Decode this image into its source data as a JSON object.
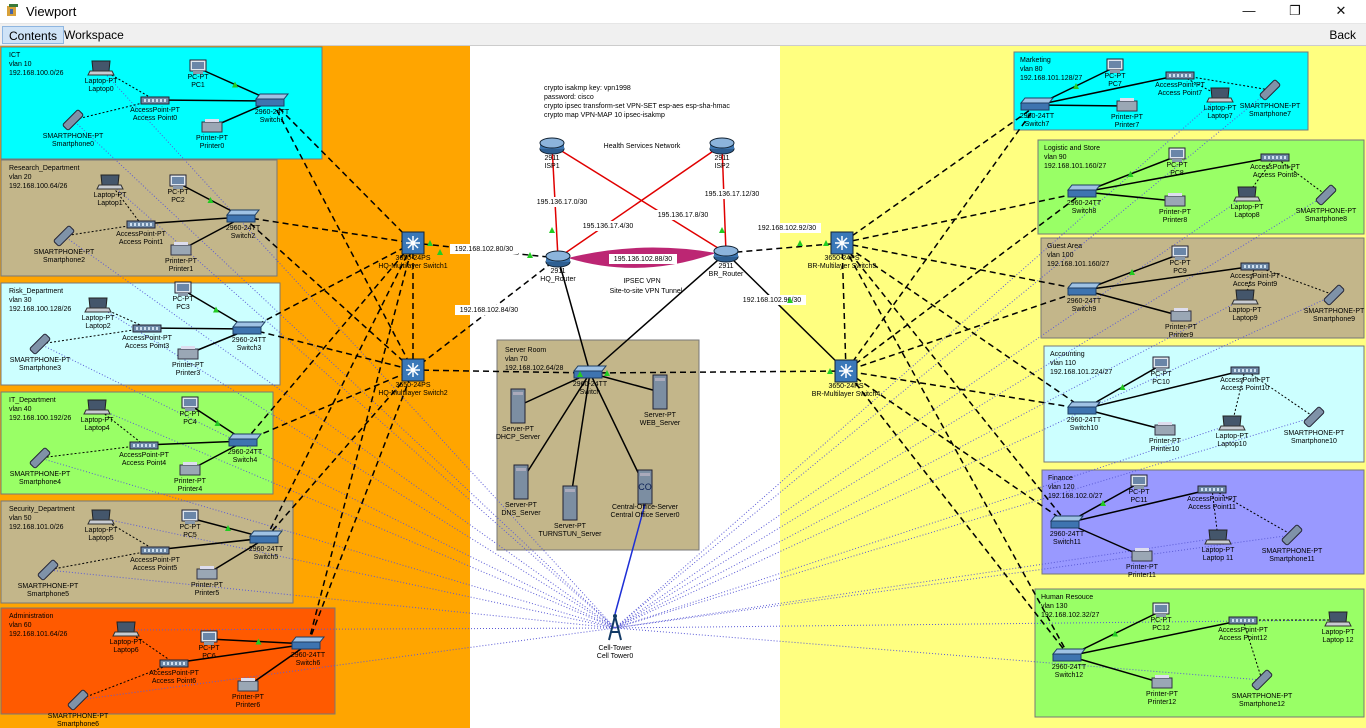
{
  "window": {
    "title": "Viewport",
    "minimize": "—",
    "maximize": "❐",
    "close": "✕"
  },
  "menu": {
    "contents": "Contents",
    "workspace": "Workspace",
    "back": "Back"
  },
  "colors": {
    "orange_zone": "#ffa500",
    "yellow_zone": "#ffff80",
    "white_zone": "#ffffff"
  },
  "departments": [
    {
      "name": "ICT",
      "vlan": "vlan 10",
      "net": "192.168.100.0/26",
      "color": "#00ffff"
    },
    {
      "name": "Research_Department",
      "vlan": "vlan 20",
      "net": "192.168.100.64/26",
      "color": "#c3b68a"
    },
    {
      "name": "Risk_Department",
      "vlan": "vlan 30",
      "net": "192.168.100.128/26",
      "color": "#ccffff"
    },
    {
      "name": "IT_Department",
      "vlan": "vlan 40",
      "net": "192.168.100.192/26",
      "color": "#99ff66"
    },
    {
      "name": "Security_Department",
      "vlan": "vlan 50",
      "net": "192.168.101.0/26",
      "color": "#c3b68a"
    },
    {
      "name": "Administration",
      "vlan": "vlan 60",
      "net": "192.168.101.64/26",
      "color": "#ff5a00"
    },
    {
      "name": "Marketing",
      "vlan": "vlan 80",
      "net": "192.168.101.128/27",
      "color": "#00ffff"
    },
    {
      "name": "Logistic and Store",
      "vlan": "vlan 90",
      "net": "192.168.101.160/27",
      "color": "#99ff66"
    },
    {
      "name": "Guest Area",
      "vlan": "vlan 100",
      "net": "192.168.101.160/27",
      "color": "#c3b68a"
    },
    {
      "name": "Accounting",
      "vlan": "vlan 110",
      "net": "192.168.101.224/27",
      "color": "#ccffff"
    },
    {
      "name": "Finance",
      "vlan": "vlan 120",
      "net": "192.168.102.0/27",
      "color": "#9999ff"
    },
    {
      "name": "Human Resouce",
      "vlan": "vlan 130",
      "net": "192.168.102.32/27",
      "color": "#99ff66"
    }
  ],
  "server_room": {
    "name": "Server Room",
    "vlan": "vlan 70",
    "net": "192.168.102.64/28"
  },
  "crypto": [
    "crypto isakmp key: vpn1998",
    "password: cisco",
    "crypto ipsec transform-set VPN-SET esp-aes esp-sha-hmac",
    "crypto map VPN-MAP 10 ipsec-isakmp"
  ],
  "wan": {
    "health": "Health Services Network",
    "isp1_model": "2911",
    "isp1": "ISP1",
    "isp2_model": "2911",
    "isp2": "ISP2",
    "hq_model": "2911",
    "hq": "HQ_Router",
    "br_model": "2911",
    "br": "BR_Router",
    "l1": "195.136.17.0/30",
    "l2": "195.136.17.4/30",
    "l3": "195.136.17.8/30",
    "l4": "195.136.17.12/30",
    "tunnel_net": "195.136.102.88/30",
    "vpn1": "IPSEC VPN",
    "vpn2": "Site-to-site VPN Tunnel",
    "hq_ms1_net": "192.168.102.80/30",
    "hq_ms2_net": "192.168.102.84/30",
    "br_ms3_net": "192.168.102.92/30",
    "br_ms4_net": "192.168.102.96/30"
  },
  "ms": {
    "hq1_model": "3650-24PS",
    "hq1": "HQ-Multilayer Switch1",
    "hq2_model": "3650-24PS",
    "hq2": "HQ-Multilayer Switch2",
    "br3_model": "3650-24PS",
    "br3": "BR-Multilayer Switch3",
    "br4_model": "3650-24PS",
    "br4": "BR-Multilayer Switch4"
  },
  "servers": {
    "dhcp_t": "Server-PT",
    "dhcp": "DHCP_Server",
    "web_t": "Server-PT",
    "web": "WEB_Server",
    "dns_t": "Server-PT",
    "dns": "DNS_Server",
    "turn_t": "Server-PT",
    "turn": "TURNSTUN_Server",
    "co_t": "Central-Office-Server",
    "co": "Central Office Server0",
    "sw_model": "2960-24TT",
    "sw": "Switch"
  },
  "tower": {
    "t": "Cell-Tower",
    "n": "Cell Tower0"
  },
  "devices": {
    "sw_model": "2960-24TT",
    "pc_t": "PC-PT",
    "lap_t": "Laptop-PT",
    "ap_t": "AccessPoint-PT",
    "pr_t": "Printer-PT",
    "sp_t": "SMARTPHONE-PT",
    "d0": {
      "sw": "Switch1",
      "pc": "PC1",
      "lap": "Laptop0",
      "ap": "Access Point0",
      "pr": "Printer0",
      "sp": "Smartphone0"
    },
    "d1": {
      "sw": "Switch2",
      "pc": "PC2",
      "lap": "Laptop1",
      "ap": "Access Point1",
      "pr": "Printer1",
      "sp": "Smartphone2"
    },
    "d2": {
      "sw": "Switch3",
      "pc": "PC3",
      "lap": "Laptop2",
      "ap": "Access Point3",
      "pr": "Printer3",
      "sp": "Smartphone3"
    },
    "d3": {
      "sw": "Switch4",
      "pc": "PC4",
      "lap": "Laptop4",
      "ap": "Access Point4",
      "pr": "Printer4",
      "sp": "Smartphone4"
    },
    "d4": {
      "sw": "Switch5",
      "pc": "PC5",
      "lap": "Laptop5",
      "ap": "Access Point5",
      "pr": "Printer5",
      "sp": "Smartphone5"
    },
    "d5": {
      "sw": "Switch6",
      "pc": "PC6",
      "lap": "Laptop6",
      "ap": "Access Point6",
      "pr": "Printer6",
      "sp": "Smartphone6"
    },
    "d6": {
      "sw": "Switch7",
      "pc": "PC7",
      "lap": "Laptop7",
      "ap": "Access Point7",
      "pr": "Printer7",
      "sp": "Smartphone7"
    },
    "d7": {
      "sw": "Switch8",
      "pc": "PC8",
      "lap": "Laptop8",
      "ap": "Access Point8",
      "pr": "Printer8",
      "sp": "Smartphone8"
    },
    "d8": {
      "sw": "Switch9",
      "pc": "PC9",
      "lap": "Laptop9",
      "ap": "Access Point9",
      "pr": "Printer9",
      "sp": "Smartphone9"
    },
    "d9": {
      "sw": "Switch10",
      "pc": "PC10",
      "lap": "Laptop10",
      "ap": "Access Point10",
      "pr": "Printer10",
      "sp": "Smartphone10"
    },
    "d10": {
      "sw": "Switch11",
      "pc": "PC11",
      "lap": "Laptop 11",
      "ap": "Access Point11",
      "pr": "Printer11",
      "sp": "Smartphone11"
    },
    "d11": {
      "sw": "Switch12",
      "pc": "PC12",
      "lap": "Laptop 12",
      "ap": "Access Point12",
      "pr": "Printer12",
      "sp": "Smartphone12"
    }
  }
}
